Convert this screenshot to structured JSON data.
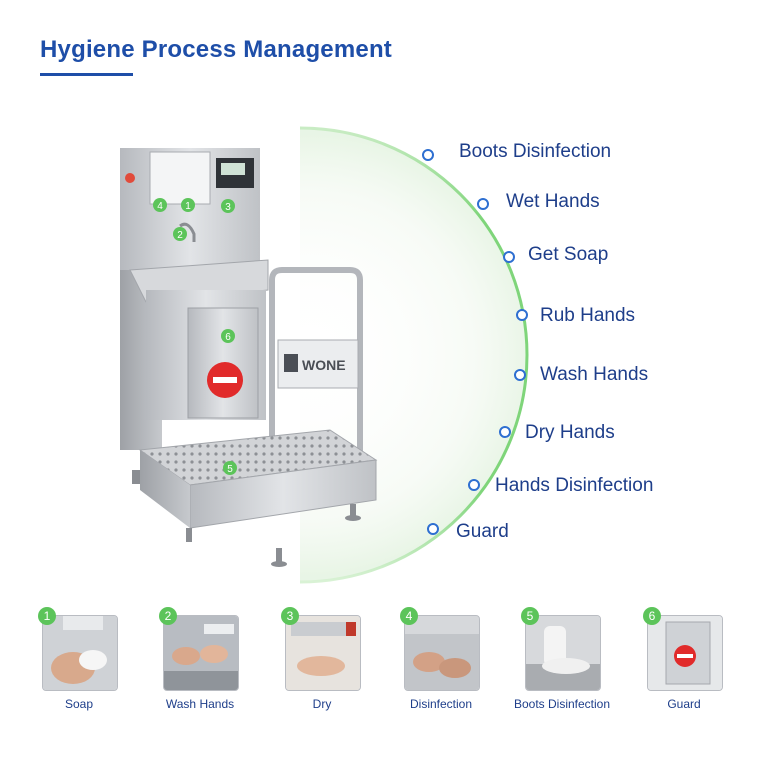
{
  "header": {
    "title": "Hygiene Process Management"
  },
  "process_steps": [
    {
      "label": "Boots Disinfection"
    },
    {
      "label": "Wet Hands"
    },
    {
      "label": "Get Soap"
    },
    {
      "label": "Rub Hands"
    },
    {
      "label": "Wash Hands"
    },
    {
      "label": "Dry Hands"
    },
    {
      "label": "Hands Disinfection"
    },
    {
      "label": "Guard"
    }
  ],
  "machine": {
    "brand": "WONE",
    "callouts": [
      "1",
      "2",
      "3",
      "4",
      "5",
      "6"
    ]
  },
  "thumbnails": [
    {
      "number": "1",
      "label": "Soap"
    },
    {
      "number": "2",
      "label": "Wash Hands"
    },
    {
      "number": "3",
      "label": "Dry"
    },
    {
      "number": "4",
      "label": "Disinfection"
    },
    {
      "number": "5",
      "label": "Boots Disinfection"
    },
    {
      "number": "6",
      "label": "Guard"
    }
  ],
  "colors": {
    "title": "#1e4ea8",
    "arc": "#6fcf6a",
    "badge": "#5cc45a",
    "dot": "#2e6fd1",
    "steel": "#c9ccd1"
  }
}
